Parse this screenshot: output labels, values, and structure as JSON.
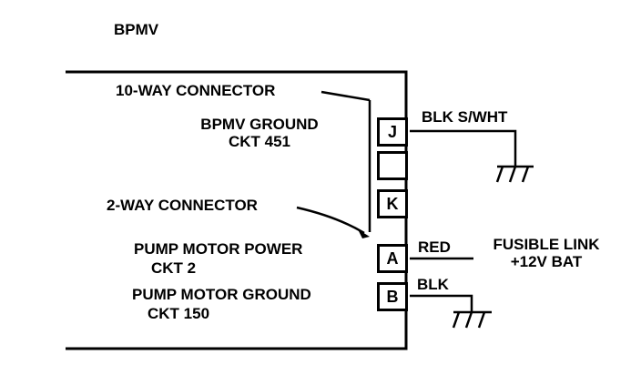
{
  "title": "BPMV",
  "connectors": {
    "ten_way": "10-WAY CONNECTOR",
    "two_way": "2-WAY CONNECTOR"
  },
  "circuits": {
    "bpmv_ground": {
      "name": "BPMV GROUND",
      "ckt": "CKT 451"
    },
    "pump_motor_power": {
      "name": "PUMP MOTOR POWER",
      "ckt": "CKT 2"
    },
    "pump_motor_ground": {
      "name": "PUMP MOTOR GROUND",
      "ckt": "CKT 150"
    }
  },
  "pins": [
    "J",
    "",
    "K",
    "A",
    "B"
  ],
  "wires": {
    "j": "BLK S/WHT",
    "a": "RED",
    "b": "BLK"
  },
  "supply": {
    "line1": "FUSIBLE LINK",
    "line2": "+12V BAT"
  },
  "symbols": [
    "ground-icon",
    "arrow-icon"
  ]
}
